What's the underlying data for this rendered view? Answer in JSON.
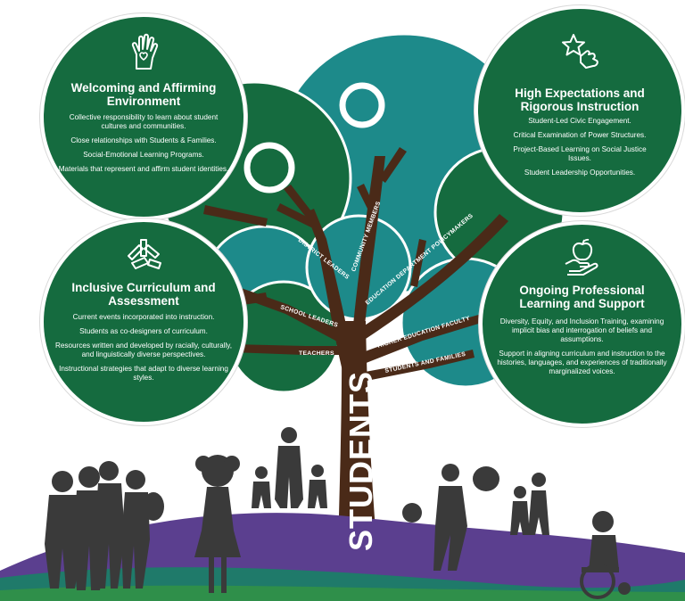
{
  "colors": {
    "dark_green": "#156b3f",
    "teal": "#1d8a8a",
    "trunk_brown": "#4a2a18",
    "hill_purple": "#5b3f8f",
    "hill_teal": "#1f7a6a",
    "silhouette": "#3a3a3a"
  },
  "trunk_label": "STUDENTS",
  "branches": {
    "district_leaders": "DISTRICT LEADERS",
    "community_members": "COMMUNITY MEMBERS",
    "education_department_policymakers": "EDUCATION DEPARTMENT POLICYMAKERS",
    "school_leaders": "SCHOOL LEADERS",
    "higher_education_faculty": "HIGHER EDUCATION FACULTY",
    "teachers": "TEACHERS",
    "students_and_families": "STUDENTS AND FAMILIES"
  },
  "circles": {
    "welcoming": {
      "icon": "hand-heart-icon",
      "title": "Welcoming and Affirming Environment",
      "items": [
        "Collective responsibility to learn about student cultures and communities.",
        "Close relationships with Students & Families.",
        "Social-Emotional Learning Programs.",
        "Materials that represent and affirm student identities."
      ]
    },
    "high_expectations": {
      "icon": "star-hand-icon",
      "title": "High Expectations and Rigorous Instruction",
      "items": [
        "Student-Led Civic Engagement.",
        "Critical Examination of Power Structures.",
        "Project-Based Learning on Social Justice Issues.",
        "Student Leadership Opportunities."
      ]
    },
    "inclusive": {
      "icon": "hands-together-icon",
      "title": "Inclusive Curriculum and Assessment",
      "items": [
        "Current events incorporated into instruction.",
        "Students as co-designers of curriculum.",
        "Resources written and developed by racially, culturally, and linguistically diverse perspectives.",
        "Instructional strategies that adapt to diverse learning styles."
      ]
    },
    "professional": {
      "icon": "apple-hand-icon",
      "title": "Ongoing Professional Learning and Support",
      "items": [
        "Diversity, Equity, and Inclusion Training, examining implicit bias and interrogation of beliefs and assumptions.",
        "Support in aligning curriculum and instruction to the histories, languages, and experiences of traditionally marginalized voices."
      ]
    }
  }
}
